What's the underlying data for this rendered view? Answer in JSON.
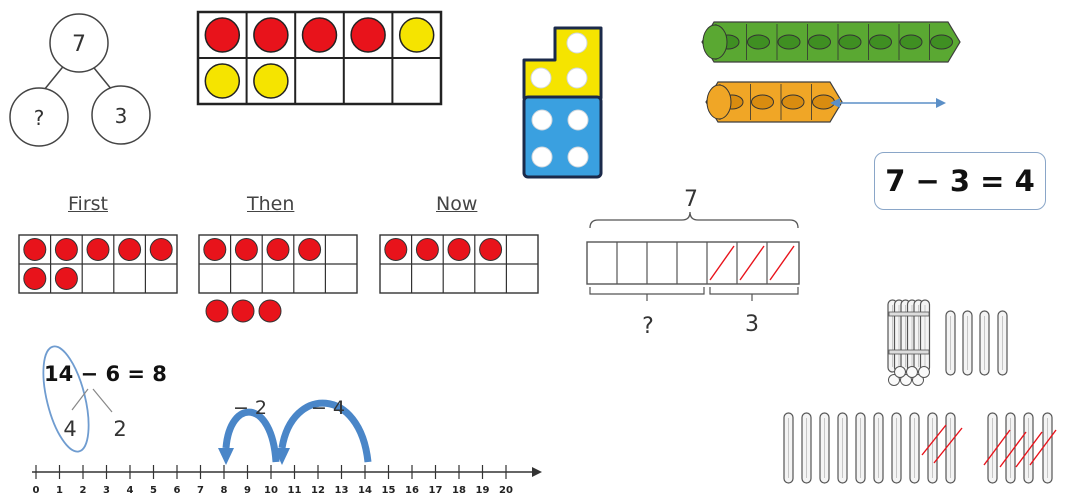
{
  "part_whole": {
    "whole": "7",
    "part_a": "?",
    "part_b": "3"
  },
  "equation_box": "7 − 3 = 4",
  "ten_frames": {
    "first": "First",
    "then": "Then",
    "now": "Now"
  },
  "bar_model": {
    "total": "7",
    "unknown": "?",
    "crossed": "3"
  },
  "number_line": {
    "equation": "14 − 6 = 8",
    "split_a": "4",
    "split_b": "2",
    "jump_a": "− 2",
    "jump_b": "− 4",
    "ticks": [
      "0",
      "1",
      "2",
      "3",
      "4",
      "5",
      "6",
      "7",
      "8",
      "9",
      "10",
      "11",
      "12",
      "13",
      "14",
      "15",
      "16",
      "17",
      "18",
      "19",
      "20"
    ]
  },
  "colors": {
    "red": "#e8131b",
    "yellow": "#f5e400",
    "green": "#5aa832",
    "orange": "#f0a626",
    "blue_brick": "#3aa0e0",
    "arrow_blue": "#5b8fc7"
  }
}
